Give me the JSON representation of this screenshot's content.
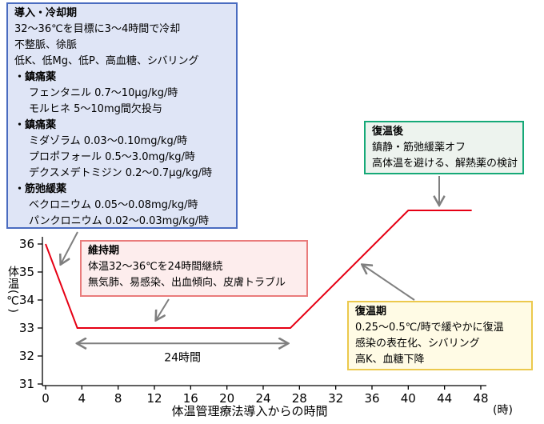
{
  "colors": {
    "line": "#e60014",
    "arrow": "#7f7f7f",
    "axis": "#000000",
    "induction_border": "#4a6cc0",
    "induction_fill": "#dfe5f6",
    "maintenance_border": "#e97c7c",
    "maintenance_fill": "#fdeded",
    "after_border": "#16a978",
    "after_fill": "#edf3ee",
    "rewarming_border": "#ecc94d",
    "rewarming_fill": "#fffbe5"
  },
  "boxes": {
    "induction": {
      "title": "導入・冷却期",
      "lines": [
        {
          "t": "32〜36℃を目標に3〜4時間で冷却",
          "s": "n"
        },
        {
          "t": "不整脈、徐脈",
          "s": "n"
        },
        {
          "t": "低K、低Mg、低P、高血糖、シバリング",
          "s": "n"
        },
        {
          "t": "・鎮痛薬",
          "s": "b"
        },
        {
          "t": "フェンタニル 0.7〜10μg/kg/時",
          "s": "i"
        },
        {
          "t": "モルヒネ 5〜10mg間欠投与",
          "s": "i"
        },
        {
          "t": "・鎮痛薬",
          "s": "b"
        },
        {
          "t": "ミダゾラム 0.03〜0.10mg/kg/時",
          "s": "i"
        },
        {
          "t": "プロポフォール 0.5〜3.0mg/kg/時",
          "s": "i"
        },
        {
          "t": "デクスメデトミジン 0.2〜0.7μg/kg/時",
          "s": "i"
        },
        {
          "t": "・筋弛緩薬",
          "s": "b"
        },
        {
          "t": "ベクロニウム 0.05〜0.08mg/kg/時",
          "s": "i"
        },
        {
          "t": "パンクロニウム 0.02〜0.03mg/kg/時",
          "s": "i"
        }
      ]
    },
    "maintenance": {
      "title": "維持期",
      "lines": [
        {
          "t": "体温32〜36℃を24時間継続",
          "s": "n"
        },
        {
          "t": "無気肺、易感染、出血傾向、皮膚トラブル",
          "s": "n"
        }
      ]
    },
    "after_rewarming": {
      "title": "復温後",
      "lines": [
        {
          "t": "鎮静・筋弛緩薬オフ",
          "s": "n"
        },
        {
          "t": "高体温を避ける、解熱薬の検討",
          "s": "n"
        }
      ]
    },
    "rewarming": {
      "title": "復温期",
      "lines": [
        {
          "t": "0.25〜0.5℃/時で緩やかに復温",
          "s": "n"
        },
        {
          "t": "感染の表在化、シバリング",
          "s": "n"
        },
        {
          "t": "高K、血糖下降",
          "s": "n"
        }
      ]
    }
  },
  "chart_data": {
    "type": "line",
    "xlabel": "体温管理療法導入からの時間",
    "xunit": "(時)",
    "ylabel": "体温(℃)",
    "xlim": [
      0,
      48
    ],
    "ylim": [
      31,
      36
    ],
    "x_ticks": [
      0,
      4,
      8,
      12,
      16,
      20,
      24,
      28,
      32,
      36,
      40,
      44,
      48
    ],
    "y_ticks": [
      31,
      32,
      33,
      34,
      35,
      36
    ],
    "grid": false,
    "legend": "none",
    "series": [
      {
        "points": [
          [
            0,
            36
          ],
          [
            3.5,
            33
          ],
          [
            27,
            33
          ],
          [
            40,
            37.2
          ],
          [
            47,
            37.2
          ]
        ],
        "color": "#e60014"
      }
    ],
    "duration_annotation": {
      "label": "24時間",
      "from_hour": 3.5,
      "to_hour": 26.7,
      "at_temp": 32.45
    }
  }
}
